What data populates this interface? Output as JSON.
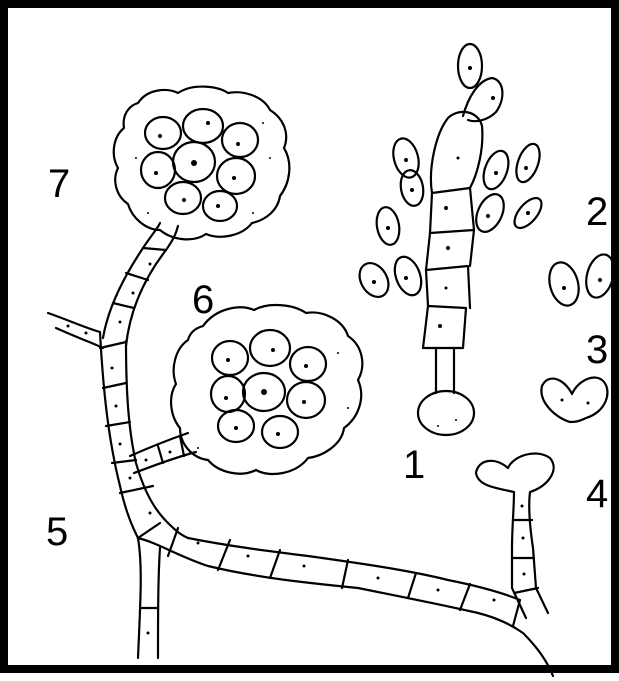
{
  "figure": {
    "labels": {
      "l1": "1",
      "l2": "2",
      "l3": "3",
      "l4": "4",
      "l5": "5",
      "l6": "6",
      "l7": "7"
    },
    "colors": {
      "ink": "#000000",
      "paper": "#ffffff"
    },
    "style": "black-and-white line drawing"
  }
}
